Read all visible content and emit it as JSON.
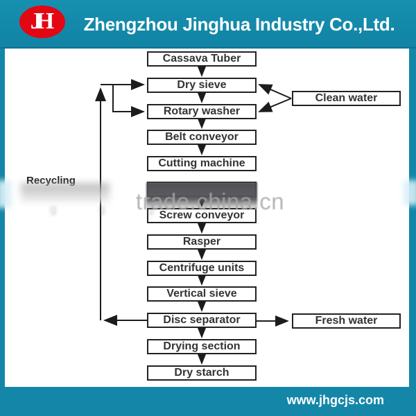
{
  "header": {
    "logo_text": "JH",
    "title": "Zhengzhou Jinghua Industry Co.,Ltd."
  },
  "footer": {
    "website": "www.jhgcjs.com"
  },
  "watermark": {
    "center_text": "trade.china.cn"
  },
  "labels": {
    "recycling": "Recycling"
  },
  "colors": {
    "frame_teal": "#1487a8",
    "logo_red": "#e30613",
    "box_border": "#222222",
    "watermark_gray": "#a8a8a8"
  },
  "flow": {
    "boxes": [
      {
        "label": "Cassava Tuber"
      },
      {
        "label": "Dry sieve"
      },
      {
        "label": "Rotary washer"
      },
      {
        "label": "Belt conveyor"
      },
      {
        "label": "Cutting machine"
      },
      {
        "label": ""
      },
      {
        "label": "Screw conveyor"
      },
      {
        "label": "Rasper"
      },
      {
        "label": "Centrifuge units"
      },
      {
        "label": "Vertical sieve"
      },
      {
        "label": "Disc separator"
      },
      {
        "label": "Drying section"
      },
      {
        "label": "Dry starch"
      }
    ],
    "side_boxes": {
      "clean_water": {
        "label": "Clean water"
      },
      "fresh_water": {
        "label": "Fresh water"
      }
    }
  }
}
